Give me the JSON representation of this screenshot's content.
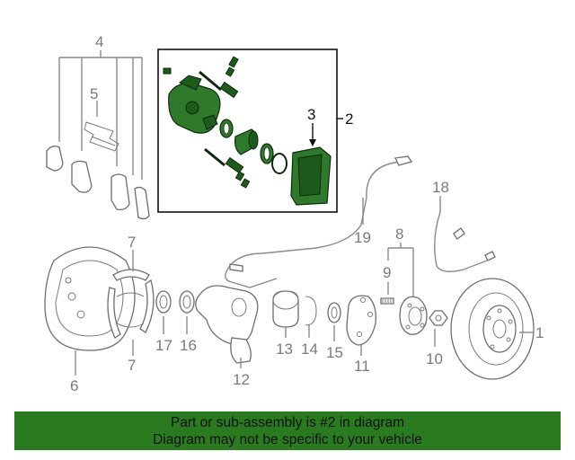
{
  "callouts": {
    "c1": "1",
    "c2": "2",
    "c3": "3",
    "c4": "4",
    "c5": "5",
    "c6": "6",
    "c7a": "7",
    "c7b": "7",
    "c8": "8",
    "c9": "9",
    "c10": "10",
    "c11": "11",
    "c12": "12",
    "c13": "13",
    "c14": "14",
    "c15": "15",
    "c16": "16",
    "c17": "17",
    "c18": "18",
    "c19": "19"
  },
  "banner": {
    "line1": "Part or sub-assembly is #2 in diagram",
    "line2": "Diagram may not be specific to your vehicle"
  },
  "colors": {
    "highlight": "#2a7a1f",
    "part_green": "#2f7a2a",
    "line_gray": "#8a8a8a"
  }
}
